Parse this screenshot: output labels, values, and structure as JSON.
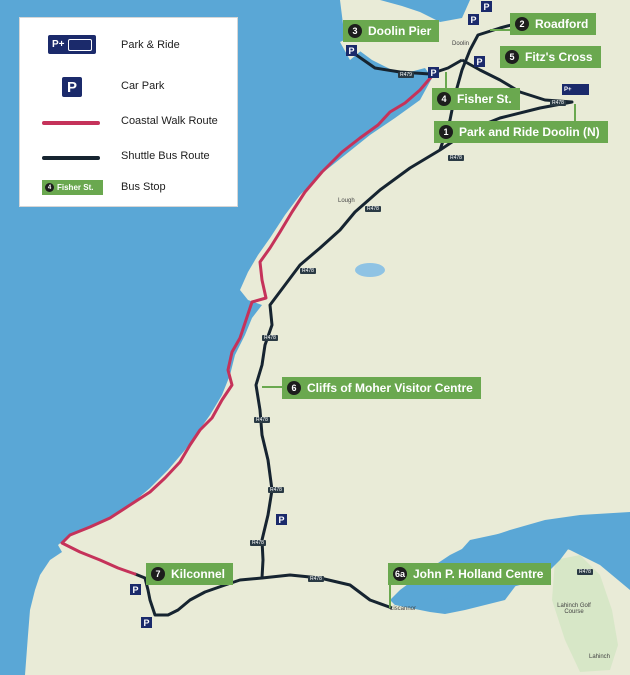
{
  "legend": {
    "items": [
      {
        "symbol": "P+",
        "label": "Park & Ride"
      },
      {
        "symbol": "P",
        "label": "Car Park"
      },
      {
        "symbol": "",
        "label": "Coastal Walk Route"
      },
      {
        "symbol": "",
        "label": "Shuttle Bus Route"
      },
      {
        "symbol": "4",
        "sample": "Fisher St.",
        "label": "Bus Stop"
      }
    ]
  },
  "stops": [
    {
      "num": "1",
      "name": "Park and Ride Doolin (N)"
    },
    {
      "num": "2",
      "name": "Roadford"
    },
    {
      "num": "3",
      "name": "Doolin Pier"
    },
    {
      "num": "4",
      "name": "Fisher St."
    },
    {
      "num": "5",
      "name": "Fitz's Cross"
    },
    {
      "num": "6",
      "name": "Cliffs of Moher Visitor Centre"
    },
    {
      "num": "6a",
      "name": "John P. Holland Centre"
    },
    {
      "num": "7",
      "name": "Kilconnel"
    }
  ],
  "places": {
    "doolin": "Doolin",
    "lough": "Lough",
    "liscannor": "Liscannor",
    "lahinch_golf": "Lahinch Golf Course",
    "lahinch": "Lahinch"
  },
  "roads": {
    "r478": "R478",
    "r479": "R479"
  },
  "badges": {
    "park_ride": "P+",
    "car_park": "P"
  },
  "colors": {
    "sea": "#5aa7d6",
    "land": "#e9ebd7",
    "coastal_walk": "#c5325a",
    "bus_route": "#162430",
    "stop": "#6aa84f",
    "park_badge": "#1b2a6b"
  }
}
